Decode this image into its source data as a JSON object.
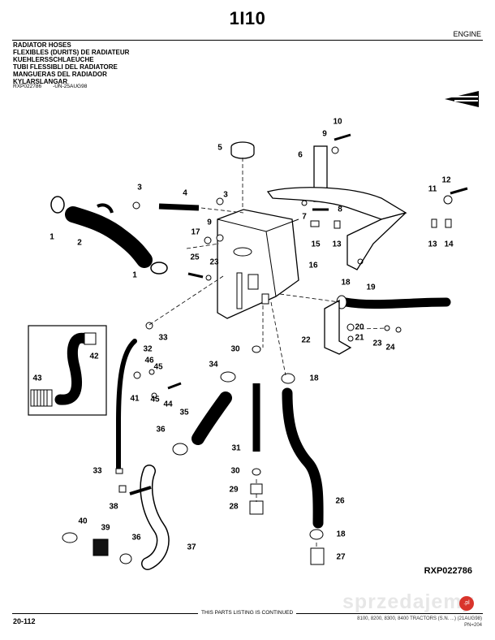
{
  "header": {
    "page_code": "1I10",
    "section": "ENGINE",
    "titles": [
      "RADIATOR HOSES",
      "FLEXIBLES (DURITS) DE RADIATEUR",
      "KUEHLERSSCHLAEUCHE",
      "TUBI FLESSIBLI DEL RADIATORE",
      "MANGUERAS DEL RADIADOR",
      "KYLARSLANGAR"
    ],
    "reference_id": "RXP022786",
    "reference_date": "-UN-25AUG98"
  },
  "diagram": {
    "figure_id": "RXP022786",
    "callouts": [
      "1",
      "2",
      "3",
      "4",
      "3",
      "5",
      "6",
      "7",
      "8",
      "9",
      "9",
      "10",
      "11",
      "12",
      "13",
      "13",
      "14",
      "15",
      "16",
      "17",
      "18",
      "18",
      "18",
      "19",
      "20",
      "21",
      "22",
      "23",
      "23",
      "24",
      "25",
      "26",
      "27",
      "28",
      "29",
      "30",
      "30",
      "31",
      "32",
      "33",
      "33",
      "34",
      "35",
      "36",
      "36",
      "37",
      "38",
      "39",
      "40",
      "41",
      "42",
      "43",
      "44",
      "45",
      "45",
      "46",
      "1"
    ]
  },
  "footer": {
    "page_number": "20-112",
    "continued_note": "THIS PARTS LISTING IS CONTINUED",
    "models_line": "8100, 8200, 8300, 8400 TRACTORS (S.N. ...) (21AUG98)",
    "pn_line": "PN=204",
    "watermark": "sprzedajemy",
    "watermark_badge": ".pl"
  }
}
